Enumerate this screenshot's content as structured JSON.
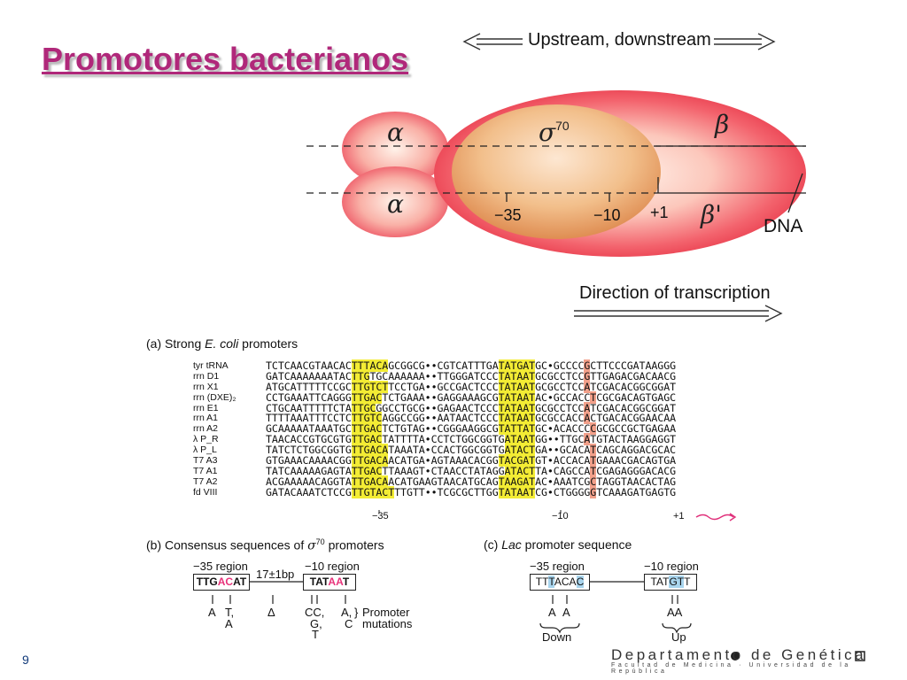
{
  "title": "Promotores bacterianos",
  "diagram": {
    "updown": "Upstream, downstream",
    "alpha_top": "α",
    "alpha_bottom": "α",
    "sigma": "σ",
    "sigma_sup": "70",
    "beta": "β",
    "beta_prime": "β'",
    "minus35": "−35",
    "minus10": "−10",
    "plus1": "+1",
    "dna": "DNA",
    "direction": "Direction of transcription",
    "colors": {
      "enzyme_red": "#f04a5a",
      "sigma_orange": "#e59a5c"
    }
  },
  "panel_a": {
    "title_pre": "(a) Strong ",
    "title_em": "E. coli",
    "title_post": " promoters",
    "labels": [
      "tyr tRNA",
      "rrn D1",
      "rrn X1",
      "rrn (DXE)₂",
      "rrn E1",
      "rrn A1",
      "rrn A2",
      "λ P_R",
      "λ P_L",
      "T7 A3",
      "T7 A1",
      "T7 A2",
      "fd VIII"
    ],
    "rows": [
      [
        [
          "TCTCAACGTAACAC",
          ""
        ],
        [
          "TTT",
          "y"
        ],
        [
          "ACA",
          "y"
        ],
        [
          "GCGGCG••CGTCATTTGA",
          ""
        ],
        [
          "TAT",
          "y"
        ],
        [
          "GAT",
          "y"
        ],
        [
          "GC•GCCCC",
          ""
        ],
        [
          "G",
          "r"
        ],
        [
          "CTTCCCGATAAGGG",
          ""
        ]
      ],
      [
        [
          "GATCAAAAAAATAC",
          ""
        ],
        [
          "TTG",
          "y"
        ],
        [
          "TGCAAAAAA••TTGGGATCCC",
          ""
        ],
        [
          "TATAAT",
          "y"
        ],
        [
          "GCGCCTCC",
          ""
        ],
        [
          "G",
          "r"
        ],
        [
          "TTGAGACGACAACG",
          ""
        ]
      ],
      [
        [
          "ATGCATTTTTCCGC",
          ""
        ],
        [
          "TTGTC",
          "y"
        ],
        [
          "T",
          "y"
        ],
        [
          "TCCTGA••GCCGACTCCC",
          ""
        ],
        [
          "TATAAT",
          "y"
        ],
        [
          "GCGCCTCC",
          ""
        ],
        [
          "A",
          "r"
        ],
        [
          "TCGACACGGCGGAT",
          ""
        ]
      ],
      [
        [
          "CCTGAAATTCAGGG",
          ""
        ],
        [
          "TTGAC",
          "y"
        ],
        [
          "TCTGAAA••GAGGAAAGCG",
          ""
        ],
        [
          "TATA",
          "y"
        ],
        [
          "AT",
          "y"
        ],
        [
          "AC•GCCACC",
          ""
        ],
        [
          "T",
          "r"
        ],
        [
          "CGCGACAGTGAGC",
          ""
        ]
      ],
      [
        [
          "CTGCAATTTTTCTA",
          ""
        ],
        [
          "TTGC",
          "y"
        ],
        [
          "GGCCTGCG••GAGAACTCCC",
          ""
        ],
        [
          "TATAAT",
          "y"
        ],
        [
          "GCGCCTCC",
          ""
        ],
        [
          "A",
          "r"
        ],
        [
          "TCGACACGGCGGAT",
          ""
        ]
      ],
      [
        [
          "TTTTAAATTTCCTC",
          ""
        ],
        [
          "TTGTC",
          "y"
        ],
        [
          "AGGCCGG••AATAACTCCC",
          ""
        ],
        [
          "TATAAT",
          "y"
        ],
        [
          "GCGCCACC",
          ""
        ],
        [
          "A",
          "r"
        ],
        [
          "CTGACACGGAACAA",
          ""
        ]
      ],
      [
        [
          "GCAAAAATAAATGC",
          ""
        ],
        [
          "TTGAC",
          "y"
        ],
        [
          "TCTGTAG••CGGGAAGGCG",
          ""
        ],
        [
          "TATTAT",
          "y"
        ],
        [
          "GC•ACACCC",
          ""
        ],
        [
          "C",
          "r"
        ],
        [
          "GCGCCGCTGAGAA",
          ""
        ]
      ],
      [
        [
          "TAACACCGTGCGTG",
          ""
        ],
        [
          "TTGAC",
          "y"
        ],
        [
          "TATTTTA•CCTCTGGCGGTG",
          ""
        ],
        [
          "ATAAT",
          "y"
        ],
        [
          "GG••TTGC",
          ""
        ],
        [
          "A",
          "r"
        ],
        [
          "TGTACTAAGGAGGT",
          ""
        ]
      ],
      [
        [
          "TATCTCTGGCGGTG",
          ""
        ],
        [
          "TTGACA",
          "y"
        ],
        [
          "TAAATA•CCACTGGCGGTG",
          ""
        ],
        [
          "ATA",
          "y"
        ],
        [
          "CT",
          "y"
        ],
        [
          "GA••GCACA",
          ""
        ],
        [
          "T",
          "r"
        ],
        [
          "CAGCAGGACGCAC",
          ""
        ]
      ],
      [
        [
          "GTGAAACAAAACGG",
          ""
        ],
        [
          "TTGACA",
          "y"
        ],
        [
          "ACATGA•AGTAAACACGG",
          ""
        ],
        [
          "TACGAT",
          "y"
        ],
        [
          "GT•ACCACA",
          ""
        ],
        [
          "T",
          "r"
        ],
        [
          "GAAACGACAGTGA",
          ""
        ]
      ],
      [
        [
          "TATCAAAAAGAGTA",
          ""
        ],
        [
          "TTGAC",
          "y"
        ],
        [
          "TTAAAGT•CTAACCTATAGG",
          ""
        ],
        [
          "ATACT",
          "y"
        ],
        [
          "TA•CAGCCA",
          ""
        ],
        [
          "T",
          "r"
        ],
        [
          "CGAGAGGGACACG",
          ""
        ]
      ],
      [
        [
          "ACGAAAAACAGGTA",
          ""
        ],
        [
          "TTGACA",
          "y"
        ],
        [
          "ACATGAAGTAACATGCAG",
          ""
        ],
        [
          "TAAGAT",
          "y"
        ],
        [
          "AC•AAATCG",
          ""
        ],
        [
          "C",
          "r"
        ],
        [
          "TAGGTAACACTAG",
          ""
        ]
      ],
      [
        [
          "GATACAAATCTCCG",
          ""
        ],
        [
          "TTG",
          "y"
        ],
        [
          "TAC",
          "y"
        ],
        [
          "T",
          "y"
        ],
        [
          "TTGTT••TCGCGCTTGG",
          ""
        ],
        [
          "TATAAT",
          "y"
        ],
        [
          "CG•CTGGGG",
          ""
        ],
        [
          "G",
          "r"
        ],
        [
          "TCAAAGATGAGTG",
          ""
        ]
      ]
    ],
    "marker_m35": "−35",
    "marker_m10": "−10",
    "marker_p1": "+1"
  },
  "panel_b": {
    "title_pre": "(b) Consensus sequences of ",
    "title_sigma": "σ",
    "title_sup": "70",
    "title_post": " promoters",
    "region35": "−35 region",
    "region10": "−10 region",
    "box35_a": "TTG",
    "box35_b": "AC",
    "box35_c": "AT",
    "spacer": "17±1bp",
    "box10_a": "TAT",
    "box10_b": "AA",
    "box10_c": "T",
    "mut1": "A",
    "mut2": "T,",
    "mut2b": "A",
    "mut_delta": "Δ",
    "mut3": "CC,",
    "mut3b": "G,",
    "mut3c": "T",
    "mut4": "A,",
    "mut4b": "C",
    "mut_label1": "Promoter",
    "mut_label2": "mutations"
  },
  "panel_c": {
    "title_pre": "(c) ",
    "title_em": "Lac",
    "title_post": " promoter sequence",
    "region35": "−35 region",
    "region10": "−10 region",
    "box35_a": "TT",
    "box35_b": "T",
    "box35_c": "ACA",
    "box35_d": "C",
    "box10_a": "TAT",
    "box10_b": "GT",
    "box10_c": "T",
    "mut_a1": "A",
    "mut_a2": "A",
    "mut_down": "Down",
    "mut_b": "AA",
    "mut_up": "Up"
  },
  "footer": {
    "dept": "Departamento de Genética",
    "faculty": "Facultad de Medicina · Universidad de la República"
  },
  "page_number": "9"
}
